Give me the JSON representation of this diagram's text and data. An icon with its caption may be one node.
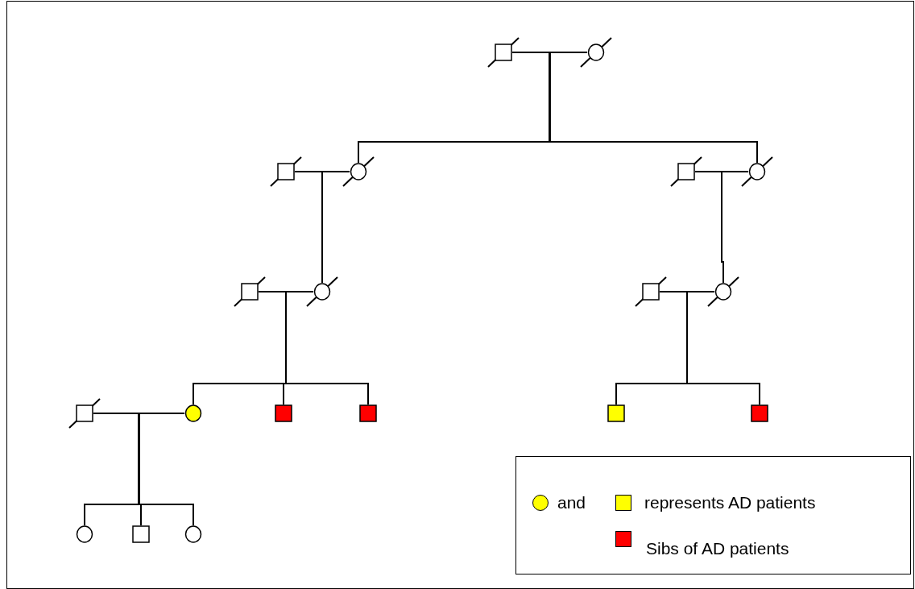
{
  "diagram": {
    "nodes": [
      {
        "text": [],
        "shape": "box"
      },
      {
        "text": [],
        "shape": "circle"
      },
      {
        "text": [],
        "shape": "box"
      },
      {
        "text": [],
        "shape": "circle"
      },
      {
        "text": [],
        "shape": "box"
      },
      {
        "text": [],
        "shape": "circle"
      },
      {
        "text": [],
        "shape": "box"
      },
      {
        "text": [],
        "shape": "circle"
      },
      {
        "text": [],
        "shape": "box"
      },
      {
        "text": [],
        "shape": "circle"
      },
      {
        "text": [],
        "shape": "box"
      },
      {
        "text": [],
        "shape": "circle"
      },
      {
        "text": [],
        "shape": "box"
      },
      {
        "text": [],
        "shape": "box"
      },
      {
        "text": [],
        "shape": "box"
      },
      {
        "text": [],
        "shape": "box"
      },
      {
        "text": [],
        "shape": "circle"
      },
      {
        "text": [],
        "shape": "box"
      },
      {
        "text": [],
        "shape": "circle"
      }
    ],
    "edges": [
      {
        "from": 0,
        "to": 1,
        "arrow": "none"
      },
      {
        "from": 0,
        "to": 3,
        "arrow": "none"
      },
      {
        "from": 1,
        "to": 3,
        "arrow": "none"
      },
      {
        "from": 0,
        "to": 5,
        "arrow": "none"
      },
      {
        "from": 1,
        "to": 5,
        "arrow": "none"
      },
      {
        "from": 2,
        "to": 3,
        "arrow": "none"
      },
      {
        "from": 4,
        "to": 5,
        "arrow": "none"
      },
      {
        "from": 2,
        "to": 7,
        "arrow": "none"
      },
      {
        "from": 3,
        "to": 7,
        "arrow": "none"
      },
      {
        "from": 4,
        "to": 9,
        "arrow": "none"
      },
      {
        "from": 5,
        "to": 9,
        "arrow": "none"
      },
      {
        "from": 6,
        "to": 7,
        "arrow": "none"
      },
      {
        "from": 8,
        "to": 9,
        "arrow": "none"
      },
      {
        "from": 6,
        "to": 11,
        "arrow": "none"
      },
      {
        "from": 7,
        "to": 11,
        "arrow": "none"
      },
      {
        "from": 6,
        "to": 12,
        "arrow": "none"
      },
      {
        "from": 7,
        "to": 12,
        "arrow": "none"
      },
      {
        "from": 6,
        "to": 13,
        "arrow": "none"
      },
      {
        "from": 7,
        "to": 13,
        "arrow": "none"
      },
      {
        "from": 8,
        "to": 14,
        "arrow": "none"
      },
      {
        "from": 9,
        "to": 14,
        "arrow": "none"
      },
      {
        "from": 8,
        "to": 15,
        "arrow": "none"
      },
      {
        "from": 9,
        "to": 15,
        "arrow": "none"
      },
      {
        "from": 10,
        "to": 11,
        "arrow": "none"
      },
      {
        "from": 10,
        "to": 16,
        "arrow": "none"
      },
      {
        "from": 11,
        "to": 16,
        "arrow": "none"
      },
      {
        "from": 10,
        "to": 17,
        "arrow": "none"
      },
      {
        "from": 11,
        "to": 17,
        "arrow": "none"
      },
      {
        "from": 10,
        "to": 18,
        "arrow": "none"
      },
      {
        "from": 11,
        "to": 18,
        "arrow": "none"
      }
    ],
    "labels": [
      "and"
    ],
    "legend": [
      {
        "text": "represents AD patients",
        "color": "#ffff00"
      },
      {
        "text": "Sibs of AD patients",
        "color": "#ff0000"
      }
    ]
  }
}
